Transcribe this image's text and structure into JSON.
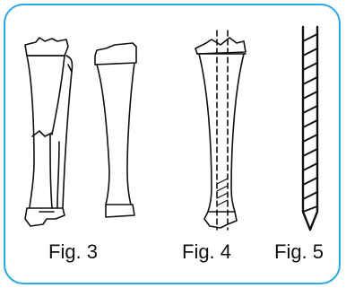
{
  "figures": [
    {
      "caption": "Fig. 3"
    },
    {
      "caption": "Fig. 4"
    },
    {
      "caption": "Fig. 5"
    }
  ],
  "colors": {
    "frame": "#29a9e1",
    "ink": "#111111",
    "background": "#ffffff"
  }
}
